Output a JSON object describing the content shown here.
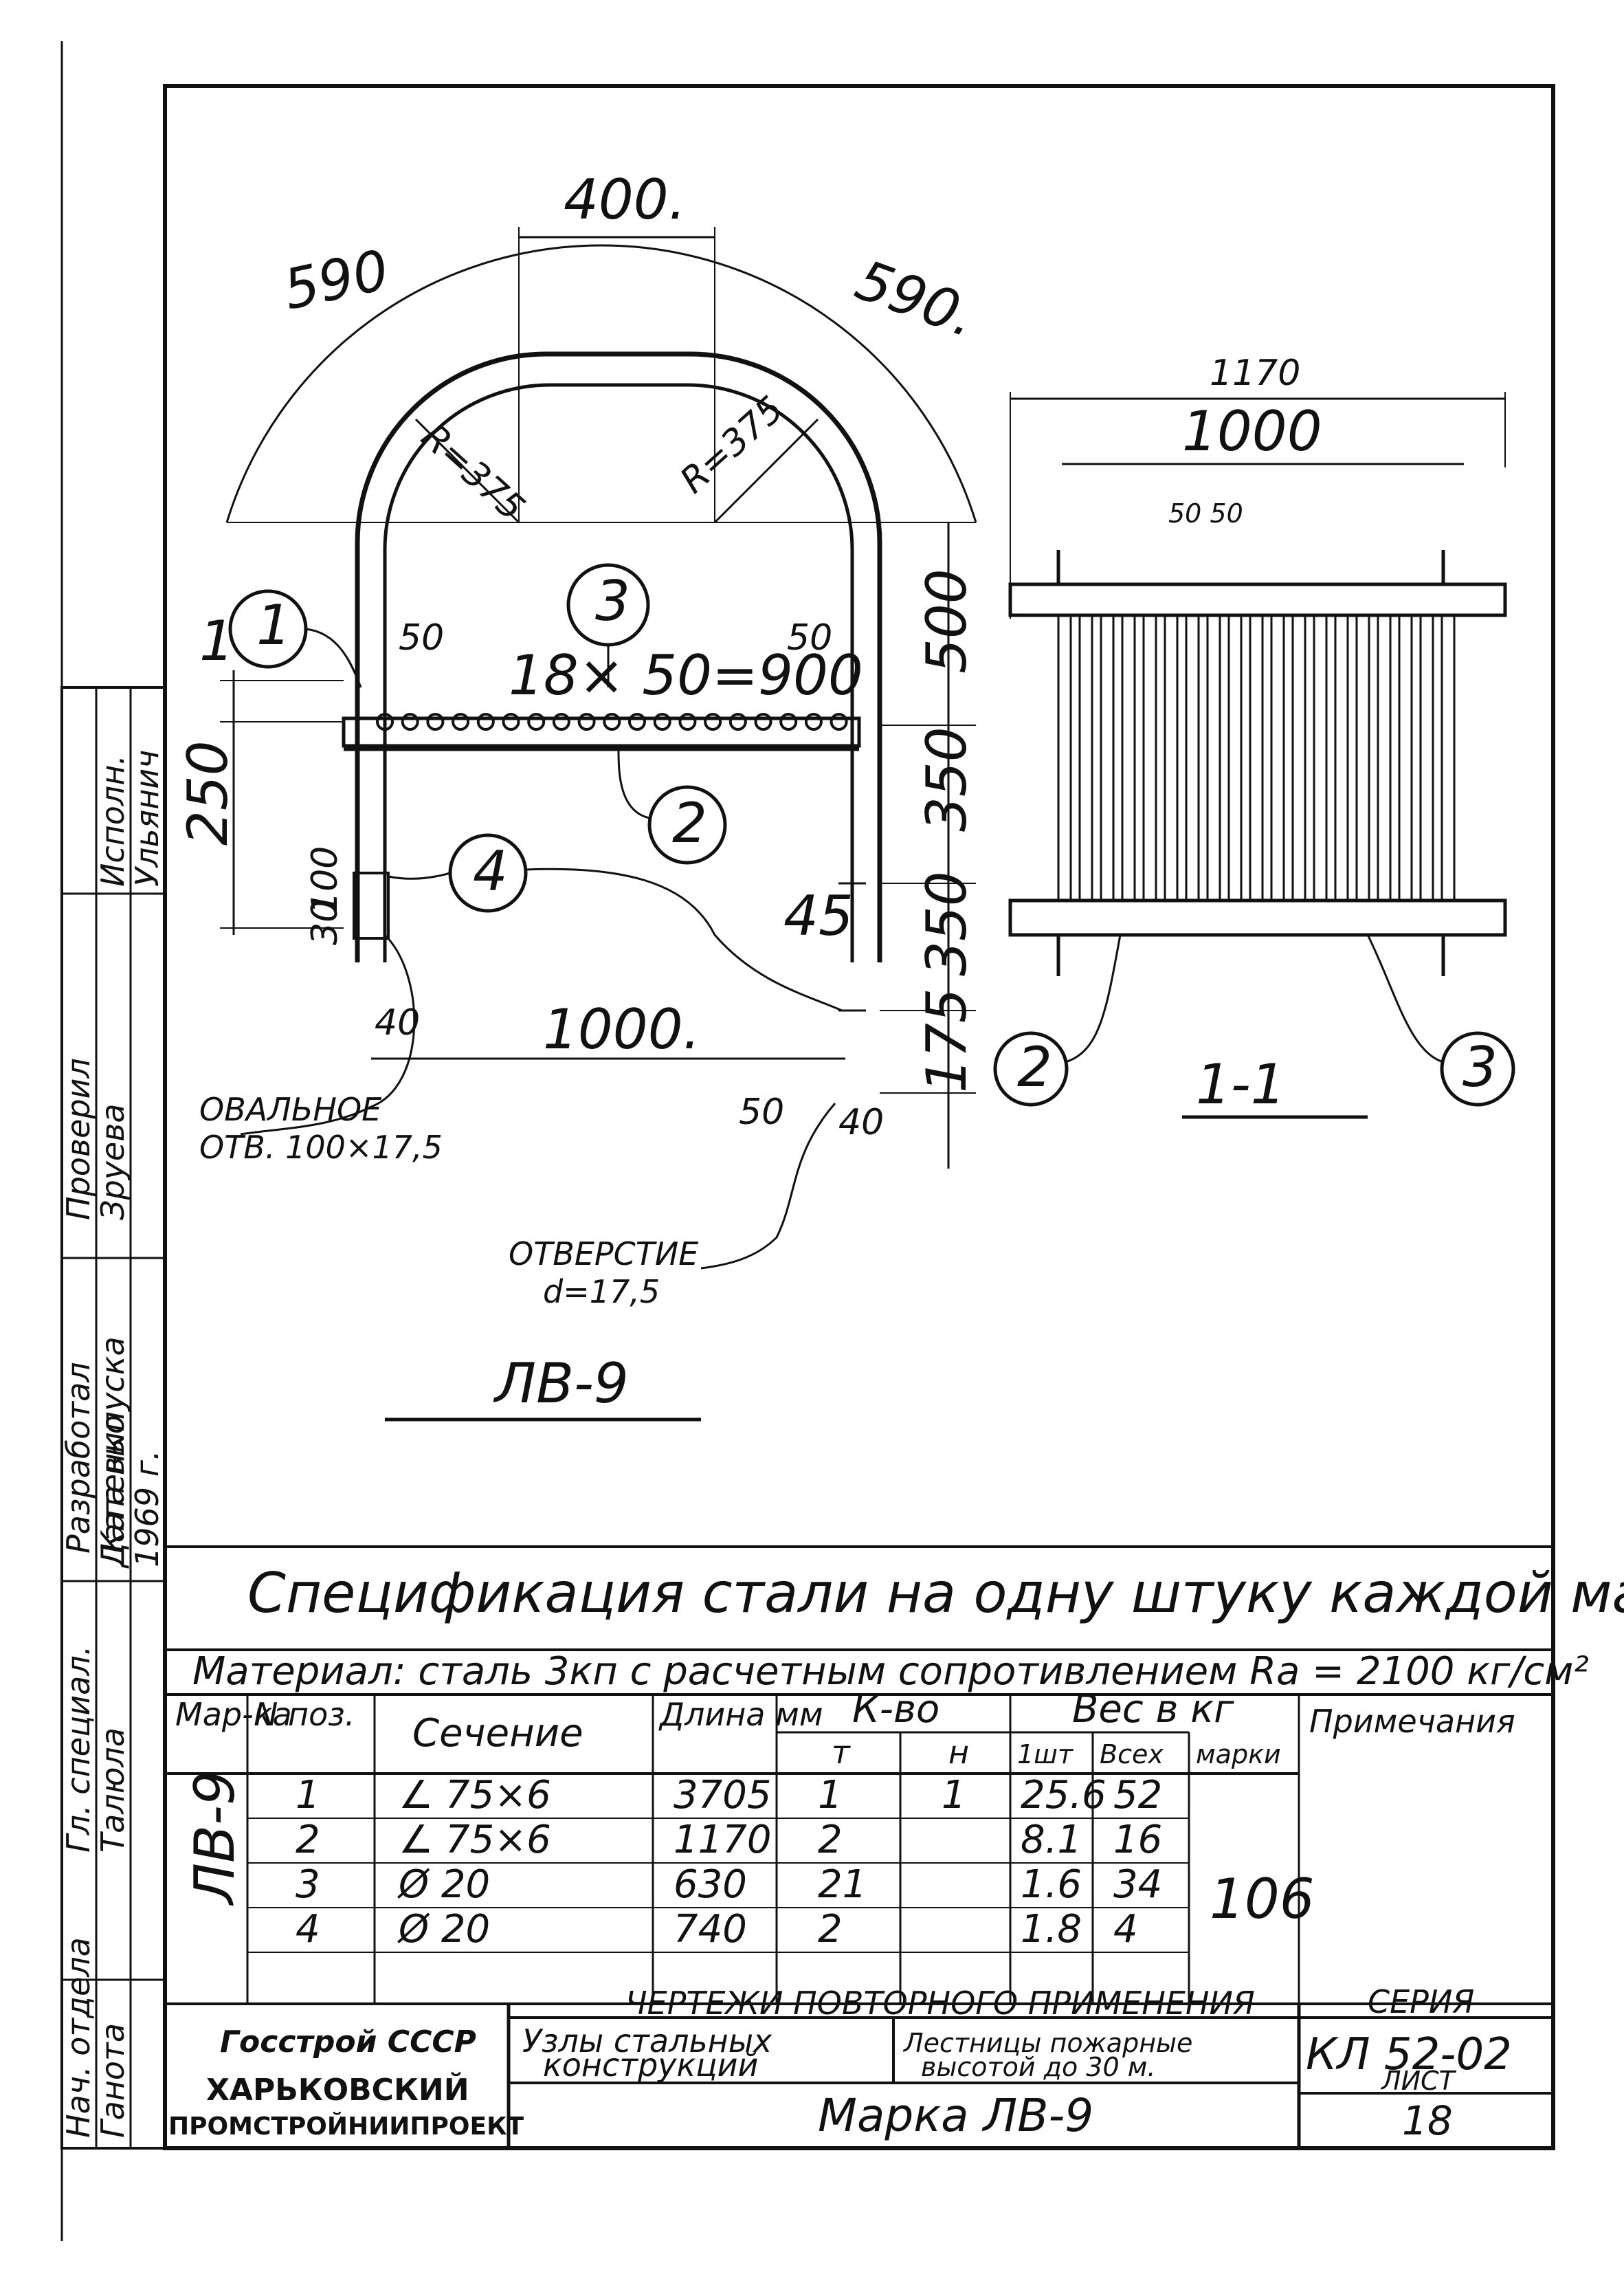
{
  "drawing": {
    "front_view": {
      "dims": {
        "top_width": "400.",
        "arc_left": "590",
        "arc_right": "590.",
        "radius_left": "R=375",
        "radius_right": "R=375",
        "rung_spacing": "18× 50=900",
        "edge_left": "50",
        "edge_right": "50",
        "gap_top": "1",
        "height_250": "250",
        "height_500": "500",
        "height_350a": "350",
        "height_350b": "350",
        "height_175": "175",
        "height_100": "100",
        "height_30": "30",
        "offset_45": "45",
        "offset_40a": "40",
        "offset_40b": "40",
        "offset_50": "50",
        "base_width": "1000."
      },
      "callouts": {
        "c1": "1",
        "c2": "2",
        "c3": "3",
        "c4": "4"
      },
      "notes": {
        "oval_hole_1": "ОВАЛЬНОЕ",
        "oval_hole_2": "ОТВ. 100×17,5",
        "hole_1": "ОТВЕРСТИЕ",
        "hole_2": "d=17,5"
      },
      "title": "ЛВ-9"
    },
    "section_view": {
      "dims": {
        "total": "1170",
        "inner": "1000",
        "pitch": "50 50"
      },
      "callouts": {
        "c2": "2",
        "c3": "3"
      },
      "title": "1-1"
    }
  },
  "spec": {
    "heading": "Спецификация стали на одну штуку каждой марки",
    "material": "Материал: сталь 3кп с расчетным сопротивлением Ra = 2100 кг/см²",
    "headers": {
      "mark": "Мар-ка",
      "pos": "N поз.",
      "section": "Сечение",
      "length": "Длина мм",
      "count": "К-во",
      "count_t": "т",
      "count_n": "н",
      "weight": "Вес в кг",
      "weight_one": "1шт",
      "weight_all": "Всех",
      "weight_mark": "марки",
      "notes": "Примечания"
    },
    "mark": "ЛВ-9",
    "rows": [
      {
        "pos": "1",
        "section": "∠ 75×6",
        "length": "3705",
        "t": "1",
        "n": "1",
        "w1": "25.6",
        "wall": "52"
      },
      {
        "pos": "2",
        "section": "∠ 75×6",
        "length": "1170",
        "t": "2",
        "n": "",
        "w1": "8.1",
        "wall": "16"
      },
      {
        "pos": "3",
        "section": "Ø 20",
        "length": "630",
        "t": "21",
        "n": "",
        "w1": "1.6",
        "wall": "34"
      },
      {
        "pos": "4",
        "section": "Ø 20",
        "length": "740",
        "t": "2",
        "n": "",
        "w1": "1.8",
        "wall": "4"
      }
    ],
    "mark_total": "106"
  },
  "title_block": {
    "org_1": "Госстрой СССР",
    "org_2": "ХАРЬКОВСКИЙ",
    "org_3": "ПРОМСТРОЙНИИПРОЕКТ",
    "header": "ЧЕРТЕЖИ ПОВТОРНОГО ПРИМЕНЕНИЯ",
    "subject_1": "Узлы стальных",
    "subject_2": "конструкций",
    "object_1": "Лестницы пожарные",
    "object_2": "высотой до 30 м.",
    "series_label": "СЕРИЯ",
    "series": "КЛ 52-02",
    "sheet_label": "ЛИСТ",
    "sheet": "18",
    "mark_caption": "Марка ЛВ-9"
  },
  "side_stamp": {
    "roles": [
      "Нач. отдела",
      "Гл. специал.",
      "Дата выпуска"
    ],
    "names": [
      "Ганота",
      "Талюла",
      "1969 г."
    ],
    "roles2": [
      "Разработал",
      "Проверил",
      "Исполн."
    ],
    "names2": [
      "Катенко",
      "Зруева",
      "Ульянич"
    ]
  }
}
